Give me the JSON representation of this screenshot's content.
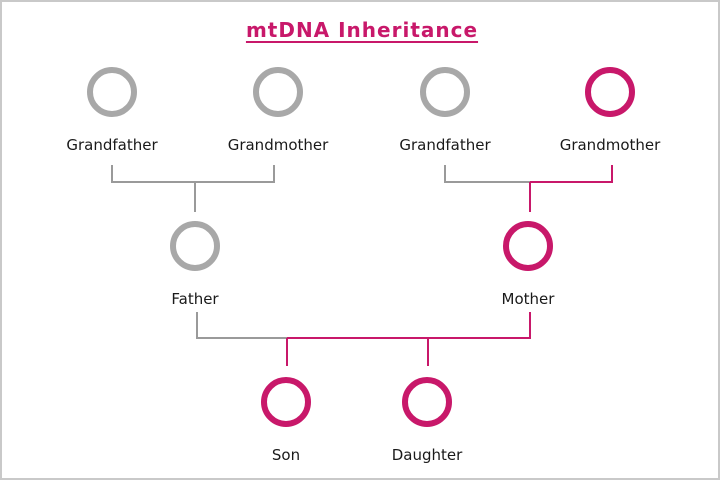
{
  "title": "mtDNA Inheritance",
  "colors": {
    "accent": "#c8186a",
    "neutral": "#a8a8a8",
    "line_neutral": "#9a9a9a",
    "title": "#c8186a"
  },
  "members": {
    "paternal_grandfather": {
      "label": "Grandfather",
      "carries_mtdna": false
    },
    "paternal_grandmother": {
      "label": "Grandmother",
      "carries_mtdna": false
    },
    "maternal_grandfather": {
      "label": "Grandfather",
      "carries_mtdna": false
    },
    "maternal_grandmother": {
      "label": "Grandmother",
      "carries_mtdna": true
    },
    "father": {
      "label": "Father",
      "carries_mtdna": false
    },
    "mother": {
      "label": "Mother",
      "carries_mtdna": true
    },
    "son": {
      "label": "Son",
      "carries_mtdna": true
    },
    "daughter": {
      "label": "Daughter",
      "carries_mtdna": true
    }
  }
}
